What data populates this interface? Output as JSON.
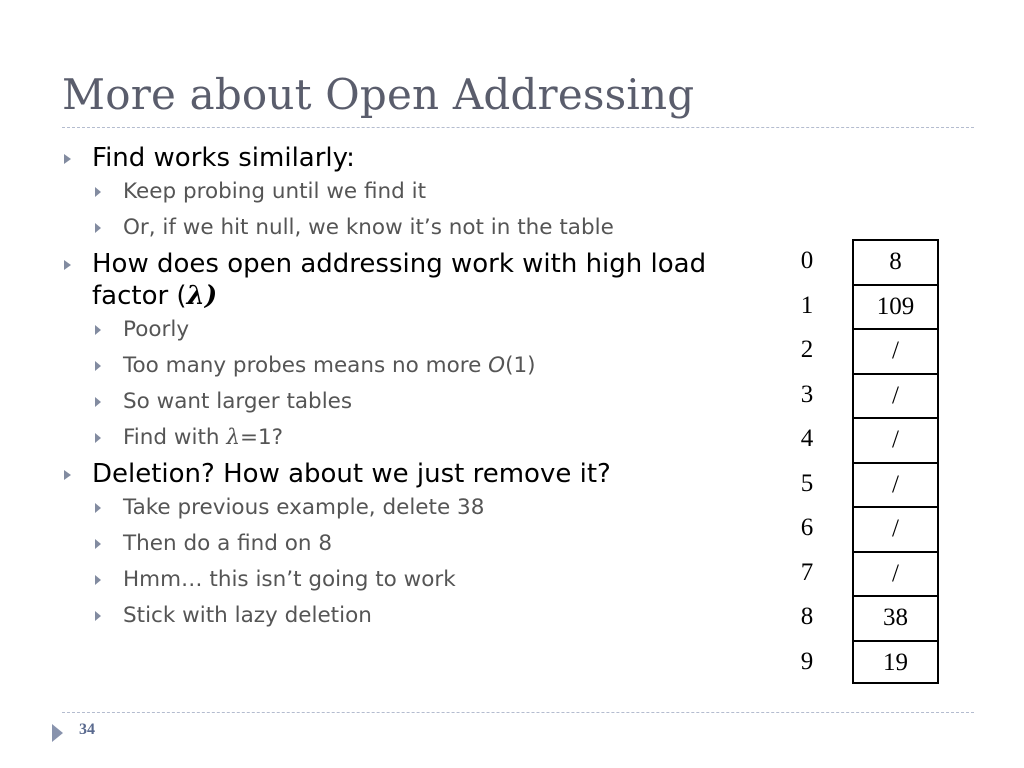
{
  "slide": {
    "title": "More about Open Addressing",
    "page_number": "34"
  },
  "bullets": [
    {
      "text": "Find works similarly:",
      "sub": [
        "Keep probing until we find it",
        "Or, if we hit null, we know it’s not in the table"
      ]
    },
    {
      "text_before": "How does open addressing work with high load factor (",
      "symbol": "λ",
      "text_after": ")",
      "sub": [
        "Poorly",
        {
          "before": "Too many probes means no more ",
          "italic": "O",
          "after": "(1)"
        },
        "So want larger tables",
        {
          "before": "Find with ",
          "symbol": "λ",
          "after": "=1?"
        }
      ]
    },
    {
      "text": "Deletion?  How about we just remove it?",
      "sub": [
        "Take previous example, delete 38",
        "Then do a find on 8",
        "Hmm… this isn’t going to work",
        "Stick with lazy deletion"
      ]
    }
  ],
  "hash_table": {
    "indices": [
      "0",
      "1",
      "2",
      "3",
      "4",
      "5",
      "6",
      "7",
      "8",
      "9"
    ],
    "values": [
      "8",
      "109",
      "/",
      "/",
      "/",
      "/",
      "/",
      "/",
      "38",
      "19"
    ]
  },
  "icons": {
    "bullet": "triangle-right-icon",
    "footer": "triangle-right-icon"
  },
  "colors": {
    "title": "#5a5d6c",
    "bullet_arrow": "#828ba0",
    "sub_text": "#555555",
    "rule": "#b4bccf",
    "page_number": "#5a6a8f"
  }
}
